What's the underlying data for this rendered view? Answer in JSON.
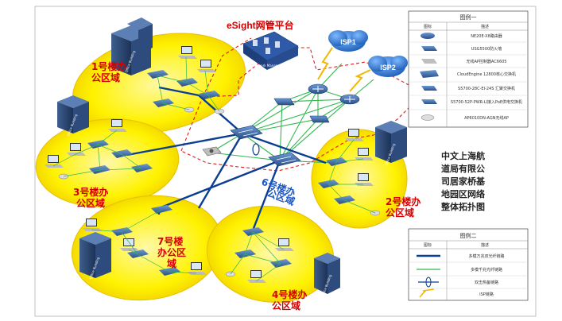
{
  "platform": {
    "label": "eSight网管平台",
    "server_label": "Network Management"
  },
  "isps": [
    {
      "label": "ISP1"
    },
    {
      "label": "ISP2"
    }
  ],
  "zones": [
    {
      "line1": "1号楼办",
      "line2": "公区域"
    },
    {
      "line1": "3号楼办",
      "line2": "公区域"
    },
    {
      "line1": "2号楼办",
      "line2": "公区域"
    },
    {
      "line1": "7号楼",
      "line2": "办公区",
      "line3": "域"
    },
    {
      "line1": "4号楼办",
      "line2": "公区域"
    },
    {
      "line1": "6号楼办",
      "line2": "公区域"
    }
  ],
  "building_label": "Office Building",
  "side_title": [
    "中文上海航",
    "道局有限公",
    "司居家桥基",
    "地园区网络",
    "整体拓扑图"
  ],
  "legend1": {
    "title": "图例一",
    "col_icon": "图标",
    "col_desc": "描述",
    "rows": [
      {
        "icon": "router-icon",
        "desc": "NE20E-X8路由器"
      },
      {
        "icon": "firewall-icon",
        "desc": "USG5500防火墙"
      },
      {
        "icon": "ac-icon",
        "desc": "无线AP控制器AC6605"
      },
      {
        "icon": "core-switch-icon",
        "desc": "CloudEngine 12800核心交换机"
      },
      {
        "icon": "access-switch-icon",
        "desc": "S5700-28C-EI-24S 汇聚交换机"
      },
      {
        "icon": "poe-switch-icon",
        "desc": "S5700-52P-PWR-LI接入PoE供电交换机"
      },
      {
        "icon": "ap-icon",
        "desc": "AP6010DN-AGN无线AP"
      }
    ]
  },
  "legend2": {
    "title": "图例二",
    "col_icon": "图标",
    "col_desc": "描述",
    "rows": [
      {
        "icon": "multimode-fiber-icon",
        "desc": "多模万兆双光纤链路"
      },
      {
        "icon": "singlemode-fiber-icon",
        "desc": "多模千兆光纤链路"
      },
      {
        "icon": "dual-hotbackup-icon",
        "desc": "双击热备链路"
      },
      {
        "icon": "isp-link-icon",
        "desc": "ISP链路"
      }
    ]
  },
  "colors": {
    "zone_fill": "#fff200",
    "zone_edge": "#f5c400",
    "blue_link": "#0b3d91",
    "green_link": "#2fb84d",
    "red_dashed": "#e41a1a",
    "isp_cloud": "#2e7bd6",
    "device": "#3a6fb0"
  }
}
